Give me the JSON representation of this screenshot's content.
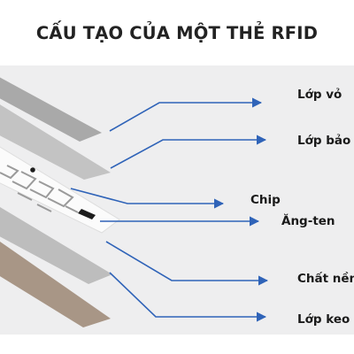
{
  "title": "CẤU TẠO CỦA MỘT THẺ RFID",
  "labels": {
    "outer_layer": "Lớp vỏ",
    "protective_layer": "Lớp bảo",
    "chip": "Chip",
    "antenna": "Ăng-ten",
    "substrate": "Chất nền",
    "adhesive": "Lớp keo"
  },
  "colors": {
    "arrow": "#2f63b8",
    "strip_gray": "#a9a9a9",
    "strip_light": "#c6c6c6",
    "strip_brown": "#a89686",
    "background": "#eeeeef"
  }
}
